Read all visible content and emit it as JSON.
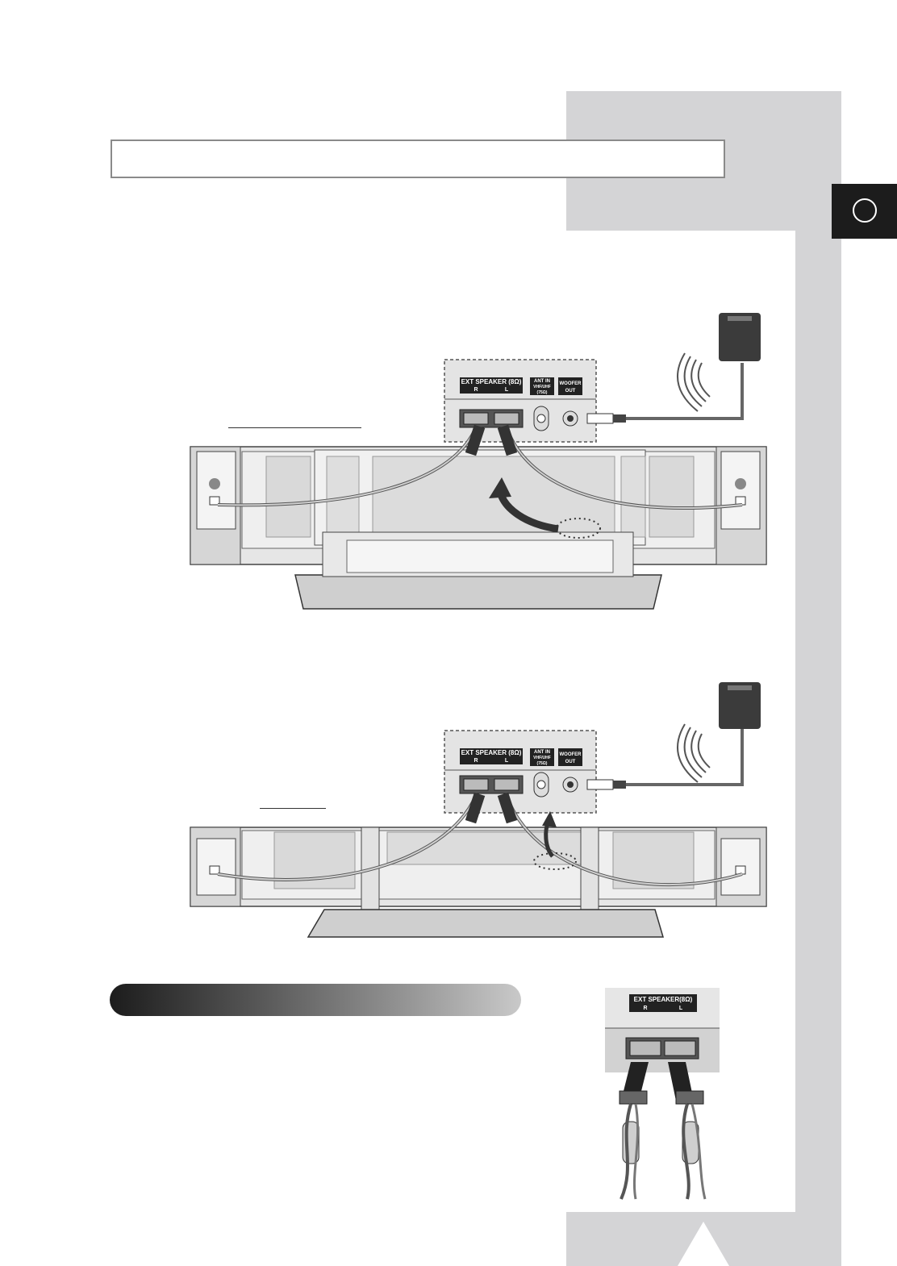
{
  "panel": {
    "ext_speaker_label": "EXT SPEAKER (8Ω)",
    "ext_speaker_label_small": "EXT SPEAKER(8Ω)",
    "right_channel": "R",
    "left_channel": "L",
    "ant_in_line1": "ANT IN",
    "ant_in_line2": "VHF/UHF",
    "ant_in_line3": "(75Ω)",
    "woofer_line1": "WOOFER",
    "woofer_line2": "OUT"
  },
  "icons": {
    "chapter": "circle-icon",
    "next_page": "up-triangle-icon",
    "subwoofer": "subwoofer-icon",
    "signal": "wireless-signal-icon"
  },
  "colors": {
    "sidebar_gray": "#d4d4d6",
    "chapter_tab": "#1c1c1c"
  }
}
